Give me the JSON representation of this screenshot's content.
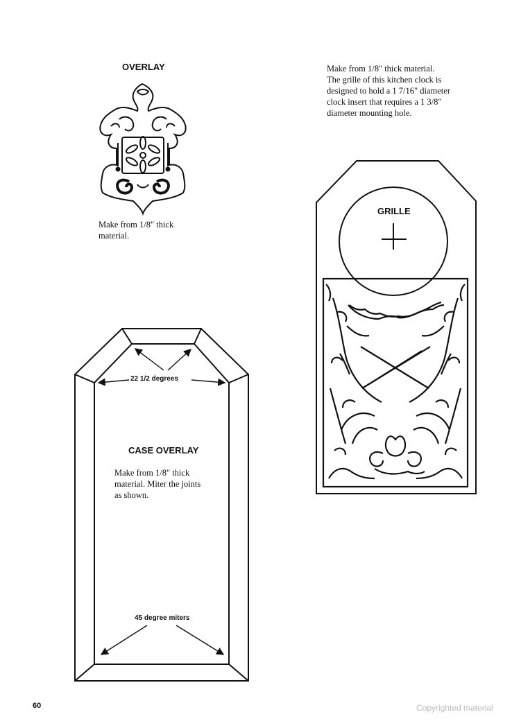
{
  "overlay": {
    "title": "OVERLAY",
    "note_lines": [
      "Make from 1/8\" thick",
      "material."
    ]
  },
  "grille": {
    "note_lines": [
      "Make from 1/8\" thick material.",
      "The grille of this kitchen clock is",
      "designed to hold a 1 7/16\" diameter",
      "clock insert that requires a 1 3/8\"",
      "diameter mounting hole."
    ],
    "label": "GRILLE"
  },
  "case_overlay": {
    "title": "CASE OVERLAY",
    "note_lines": [
      "Make from 1/8\" thick",
      "material. Miter the joints",
      "as shown."
    ],
    "angle_label": "22 1/2 degrees",
    "miter_label": "45 degree miters"
  },
  "page_number": "60",
  "watermark": "Copyrighted material"
}
